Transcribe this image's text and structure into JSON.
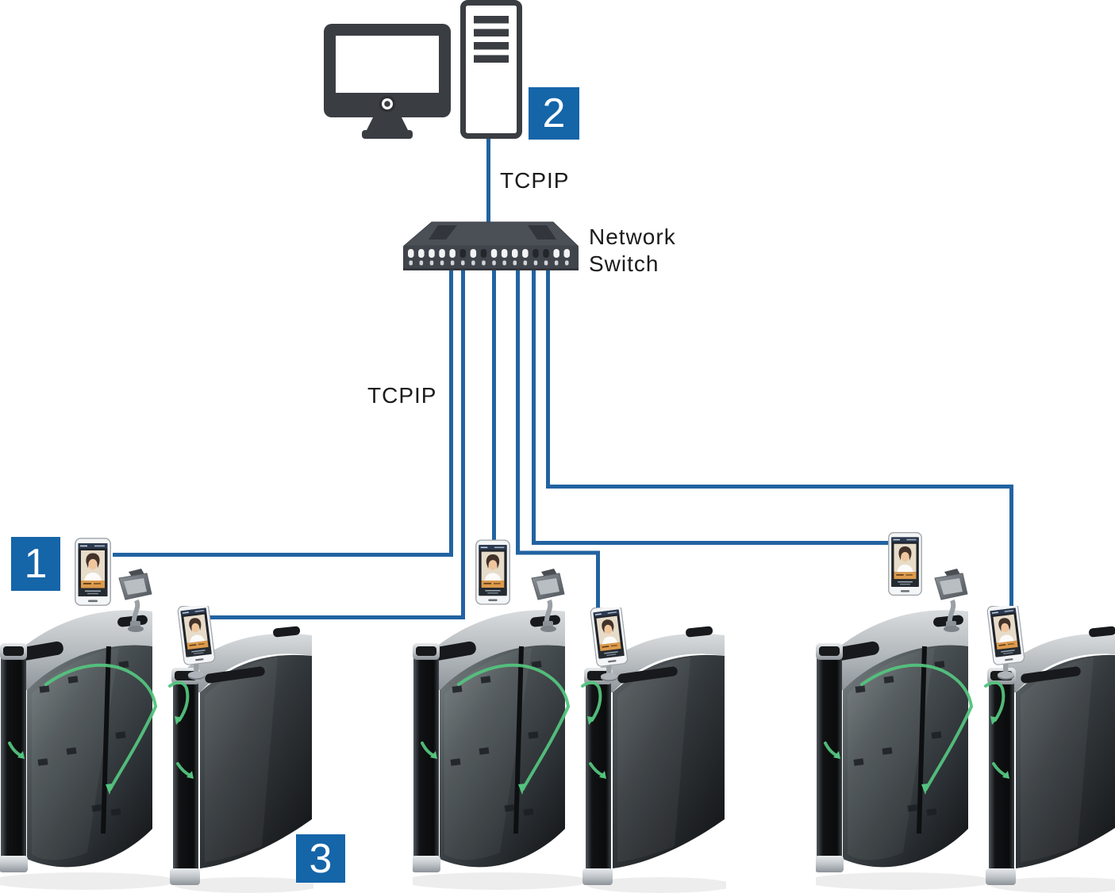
{
  "badges": {
    "face_terminal": "1",
    "management_pc": "2",
    "turnstile": "3"
  },
  "labels": {
    "tcpip_pc_to_switch": "TCPIP",
    "tcpip_switch_to_terminals": "TCPIP",
    "network_switch_line1": "Network",
    "network_switch_line2": "Switch"
  },
  "colors": {
    "accent_blue": "#1565a9",
    "cable_blue": "#2263a1",
    "icon_gray": "#3a3d42",
    "gate_green": "#54c37e"
  },
  "components": {
    "workstation": "management-pc-with-monitor-and-tower",
    "switch": "network-switch-16-port",
    "terminal": "face-recognition-terminal",
    "turnstile": "flap-barrier-speed-gate-lane",
    "camera": "gooseneck-camera"
  },
  "connections": [
    {
      "from": "management-pc",
      "to": "network-switch",
      "label": "TCPIP"
    },
    {
      "from": "network-switch",
      "to": "face-terminal-1",
      "label": "TCPIP"
    },
    {
      "from": "network-switch",
      "to": "face-terminal-2",
      "label": "TCPIP"
    },
    {
      "from": "network-switch",
      "to": "face-terminal-3",
      "label": "TCPIP"
    },
    {
      "from": "network-switch",
      "to": "face-terminal-4",
      "label": "TCPIP"
    },
    {
      "from": "network-switch",
      "to": "face-terminal-5",
      "label": "TCPIP"
    },
    {
      "from": "network-switch",
      "to": "face-terminal-6",
      "label": "TCPIP"
    }
  ]
}
